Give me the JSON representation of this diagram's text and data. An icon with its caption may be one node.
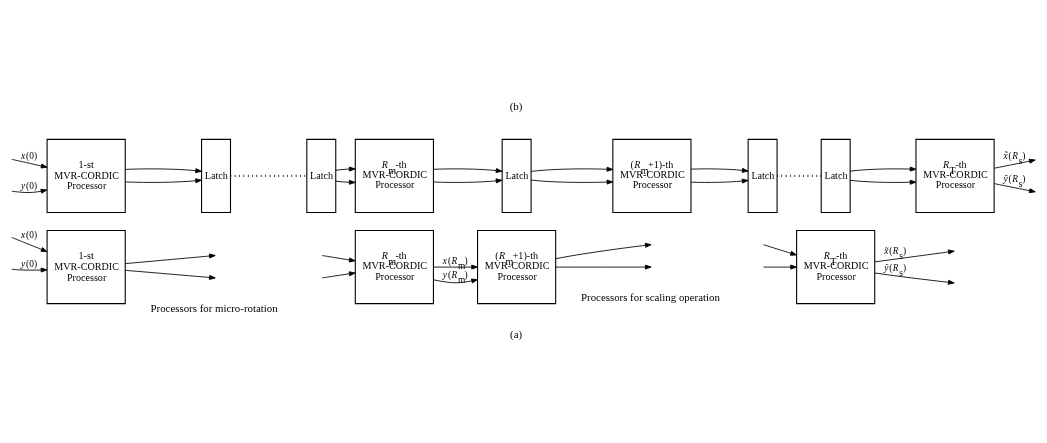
{
  "diagram": {
    "nodes": [
      {
        "text": [
          "1-st MVR-CORDIC Processor"
        ]
      },
      {
        "text": [
          "*R*$_{m}$-th MVR-CORDIC Processor"
        ]
      },
      {
        "text": [
          "(*R*$_{m}$+1)-th MVR-CORDIC Processor"
        ]
      },
      {
        "text": [
          "*R*$_{T}$-th MVR-CORDIC Processor"
        ]
      },
      {
        "text": [
          "1-st MVR-CORDIC Processor"
        ]
      },
      {
        "text": [
          "Latch"
        ]
      },
      {
        "text": [
          "Latch"
        ]
      },
      {
        "text": [
          "*R*$_{m}$-th MVR-CORDIC Processor"
        ]
      },
      {
        "text": [
          "Latch"
        ]
      },
      {
        "text": [
          "(*R*$_{m}$+1)-th MVR-CORDIC Processor"
        ]
      },
      {
        "text": [
          "Latch"
        ]
      },
      {
        "text": [
          "Latch"
        ]
      },
      {
        "text": [
          "*R*$_{T}$-th MVR-CORDIC Processor"
        ]
      }
    ],
    "edges": [
      {
        "from": 0,
        "to": null,
        "arrow": "to"
      },
      {
        "from": 0,
        "to": null,
        "arrow": "to"
      },
      {
        "from": null,
        "to": 0,
        "arrow": "to",
        "label": "*x*(0)"
      },
      {
        "from": null,
        "to": 0,
        "arrow": "to",
        "label": "*y*(0)"
      },
      {
        "from": null,
        "to": 1,
        "arrow": "to"
      },
      {
        "from": null,
        "to": 1,
        "arrow": "to"
      },
      {
        "from": 1,
        "to": 2,
        "arrow": "to",
        "label": "*x*(*R*$_{m}$)"
      },
      {
        "from": 1,
        "to": 2,
        "arrow": "to",
        "label": "*y*(*R*$_{m}$)"
      },
      {
        "from": 2,
        "to": null,
        "arrow": "to"
      },
      {
        "from": 2,
        "to": null,
        "arrow": "to"
      },
      {
        "from": 3,
        "to": null,
        "arrow": "to",
        "label": "*x̃*(*R*$_{s}$)"
      },
      {
        "from": 3,
        "to": null,
        "arrow": "to",
        "label": "*ỹ*(*R*$_{s}$)"
      },
      {
        "from": null,
        "to": 3,
        "arrow": "to"
      },
      {
        "from": null,
        "to": 3,
        "arrow": "to"
      },
      {
        "from": null,
        "to": 4,
        "arrow": "to",
        "label": "*x*(0)"
      },
      {
        "from": null,
        "to": 4,
        "arrow": "to",
        "label": "*y*(0)"
      },
      {
        "from": 4,
        "to": 5,
        "arrow": "to"
      },
      {
        "from": 4,
        "to": 5,
        "arrow": "to"
      },
      {
        "from": 5,
        "to": 6,
        "arrow": "none",
        "style": "dashed"
      },
      {
        "from": 6,
        "to": 7,
        "arrow": "to"
      },
      {
        "from": 6,
        "to": 7,
        "arrow": "to"
      },
      {
        "from": 7,
        "to": 8,
        "arrow": "to"
      },
      {
        "from": 7,
        "to": 8,
        "arrow": "to"
      },
      {
        "from": 8,
        "to": 9,
        "arrow": "to"
      },
      {
        "from": 8,
        "to": 9,
        "arrow": "to"
      },
      {
        "from": 9,
        "to": 10,
        "arrow": "to"
      },
      {
        "from": 9,
        "to": 10,
        "arrow": "to"
      },
      {
        "from": 10,
        "to": 11,
        "arrow": "none",
        "style": "dashed"
      },
      {
        "from": 11,
        "to": 12,
        "arrow": "to"
      },
      {
        "from": 11,
        "to": 12,
        "arrow": "to"
      },
      {
        "from": 12,
        "to": null,
        "arrow": "to",
        "label": "*x̃*(*R*$_{s}$)"
      },
      {
        "from": 12,
        "to": null,
        "arrow": "to",
        "label": "*ỹ*(*R*$_{s}$)"
      }
    ],
    "labels": [
      "Processors for micro-rotation",
      "Processors for scaling operation",
      "(a)",
      "(b)"
    ]
  }
}
